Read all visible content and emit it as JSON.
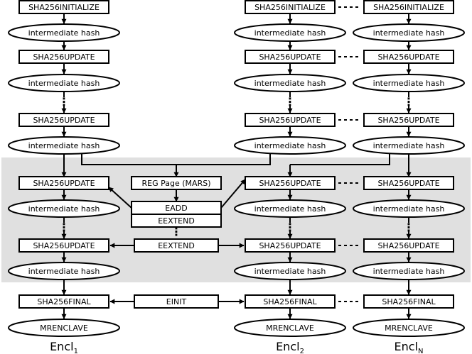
{
  "labels": {
    "sha_init": "SHA256INITIALIZE",
    "inter": "intermediate hash",
    "sha_update": "SHA256UPDATE",
    "sha_final": "SHA256FINAL",
    "mrenclave": "MRENCLAVE",
    "reg_page": "REG Page (MARS)",
    "eadd": "EADD",
    "eextend": "EEXTEND",
    "einit": "EINIT",
    "vdots": "⋮"
  },
  "columns": [
    {
      "name": "Encl",
      "sub": "1"
    },
    {
      "name": "Encl",
      "sub": "2"
    },
    {
      "name": "Encl",
      "sub": "N"
    }
  ],
  "colors": {
    "highlight_band": "#e0e0e0",
    "stroke": "#000000"
  }
}
